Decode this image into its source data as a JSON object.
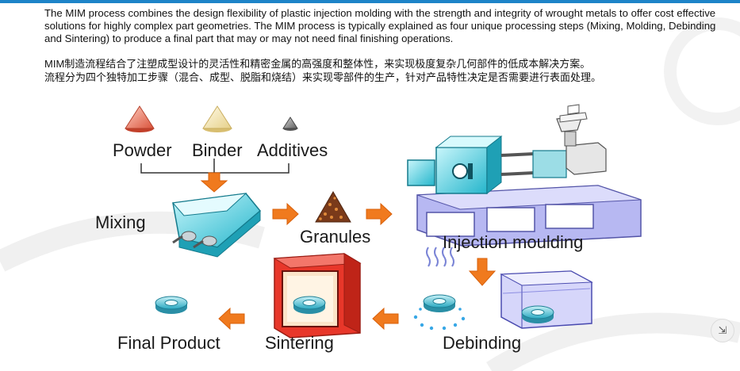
{
  "text": {
    "english_paragraph": "The MIM process combines the design flexibility of plastic injection molding with the strength and integrity of wrought metals to offer cost effective solutions for highly complex part geometries. The MIM process is typically explained as four unique processing steps (Mixing, Molding, Debinding and Sintering) to produce a final part that may or may not need final finishing operations.",
    "chinese_lead": "MIM",
    "chinese_line1": "制造流程结合了注塑成型设计的灵活性和精密金属的高强度和整体性，来实现极度复杂几何部件的低成本解决方案。",
    "chinese_line2": "流程分为四个独特加工步骤（混合、成型、脱脂和烧结）来实现零部件的生产，针对产品特性决定是否需要进行表面处理。"
  },
  "diagram": {
    "inputs": {
      "powder": "Powder",
      "binder": "Binder",
      "additives": "Additives"
    },
    "steps": {
      "mixing": "Mixing",
      "granules": "Granules",
      "injection": "Injection moulding",
      "debinding": "Debinding",
      "sintering": "Sintering",
      "final": "Final Product"
    }
  },
  "controls": {
    "expand_icon": "⇲"
  },
  "colors": {
    "accent_blue": "#1d84c8",
    "arrow_orange": "#f07a1e",
    "machine_cyan": "#2ec4d8",
    "machine_lavender": "#b7b8f2",
    "furnace_red": "#e8372a"
  }
}
